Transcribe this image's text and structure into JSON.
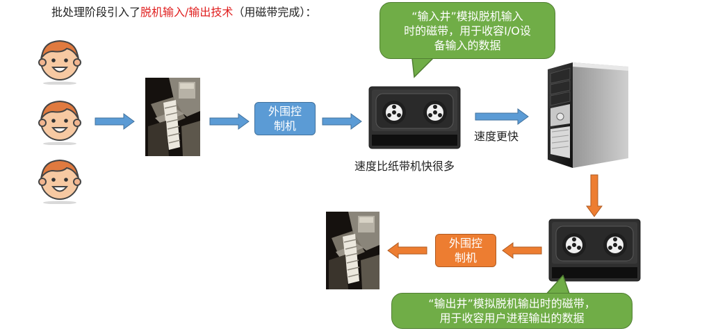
{
  "title": {
    "prefix": "批处理阶段引入了",
    "highlight": "脱机输入/输出技术",
    "suffix": "（用磁带完成）："
  },
  "input_well_callout": "“输入井”模拟脱机输入\n时的磁带，用于收容I/O设\n备输入的数据",
  "output_well_callout": "“输出井”模拟脱机输出时的磁带，\n用于收容用户进程输出的数据",
  "controller_top_label": "外围控\n制机",
  "controller_bottom_label": "外围控\n制机",
  "tape_speed_caption": "速度比纸带机快很多",
  "cpu_speed_caption": "速度更快",
  "colors": {
    "blue_box": "#5b9bd5",
    "blue_arrow": "#5b9bd5",
    "orange_box": "#ed7d31",
    "orange_arrow": "#ed7d31",
    "callout_green": "#70ad47",
    "highlight_red": "#e02020"
  },
  "icons": {
    "user": "user-face-icon",
    "paper_tape_machine": "paper-tape-machine-icon",
    "tape": "magnetic-tape-icon",
    "computer": "computer-tower-icon"
  }
}
